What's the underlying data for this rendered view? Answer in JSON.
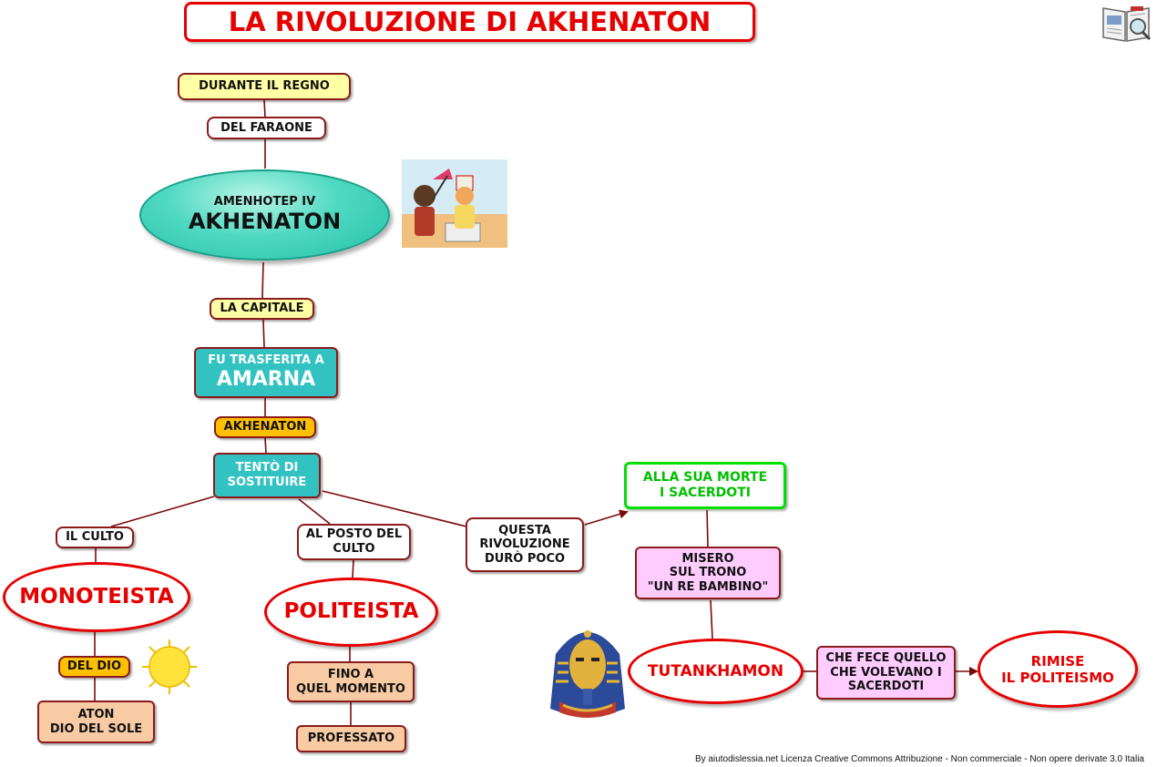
{
  "title": "LA RIVOLUZIONE DI AKHENATON",
  "nodes": {
    "durante": "DURANTE  IL  REGNO",
    "faraone": "DEL  FARAONE",
    "amenhotep_small": "AMENHOTEP IV",
    "amenhotep_big": "AKHENATON",
    "capitale": "LA CAPITALE",
    "trasferita_small": "FU TRASFERITA A",
    "trasferita_big": "AMARNA",
    "akhenaton": "AKHENATON",
    "tento_1": "TENTÒ DI",
    "tento_2": "SOSTITUIRE",
    "culto": "IL CULTO",
    "monoteista": "MONOTEISTA",
    "del_dio": "DEL DIO",
    "aton_1": "ATON",
    "aton_2": "DIO DEL SOLE",
    "al_posto_1": "AL POSTO DEL",
    "al_posto_2": "CULTO",
    "politeista": "POLITEISTA",
    "fino_1": "FINO A",
    "fino_2": "QUEL MOMENTO",
    "professato": "PROFESSATO",
    "questa_1": "QUESTA",
    "questa_2": "RIVOLUZIONE",
    "questa_3": "DURÒ POCO",
    "morte_1": "ALLA SUA MORTE",
    "morte_2": "I SACERDOTI",
    "misero_1": "MISERO",
    "misero_2": "SUL TRONO",
    "misero_3": "\"UN RE BAMBINO\"",
    "tutankhamon": "TUTANKHAMON",
    "fece_1": "CHE FECE QUELLO",
    "fece_2": "CHE VOLEVANO I",
    "fece_3": "SACERDOTI",
    "rimise_1": "RIMISE",
    "rimise_2": "IL POLITEISMO"
  },
  "icons": [
    "pharaoh-illustration",
    "sun-icon",
    "tutankhamun-mask-icon",
    "book-magnifier-icon"
  ],
  "colors": {
    "title_red": "#e60000",
    "link": "#7a0a0a",
    "teal": "#33c2c2",
    "green_border": "#00e000"
  },
  "credit": "By aiutodislessia.net Licenza Creative Commons Attribuzione - Non commerciale - Non opere derivate 3.0 Italia"
}
